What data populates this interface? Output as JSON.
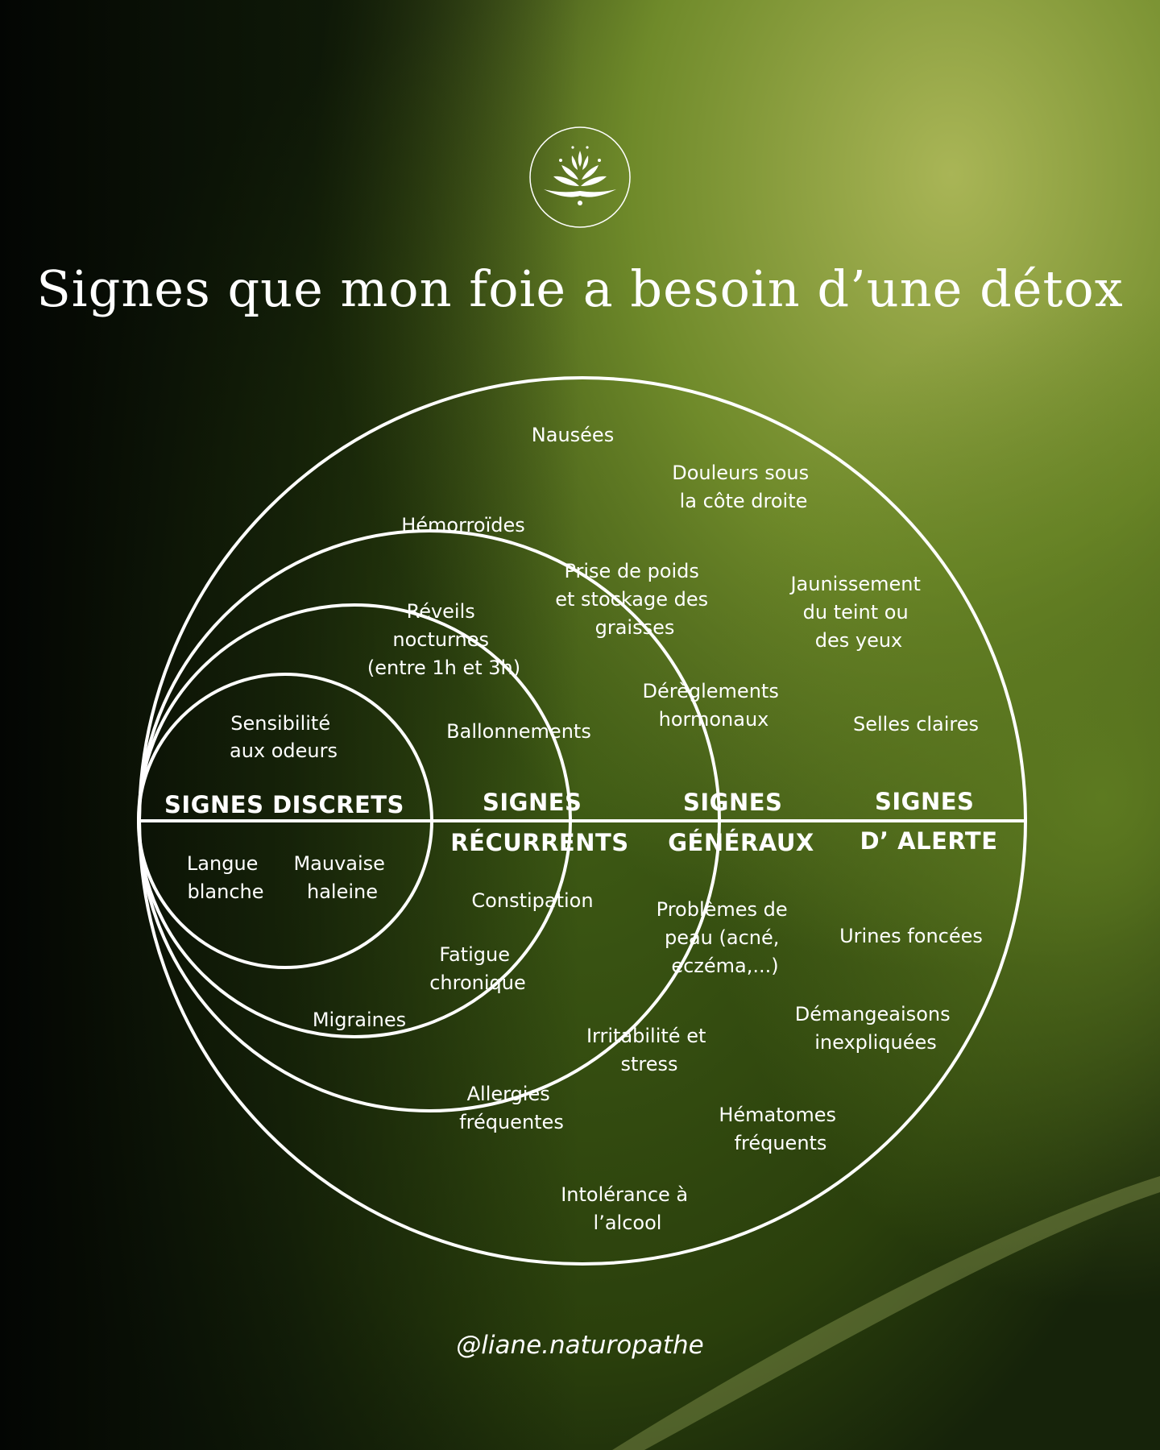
{
  "title": "Signes que mon foie a besoin d’une détox",
  "handle": "@liane.naturopathe",
  "logo_icon": "lotus-icon",
  "colors": {
    "line": "#ffffff",
    "background_dark": "#0a1206",
    "background_green": "#3e5a14",
    "background_light": "#a9b556"
  },
  "diagram": {
    "rings": [
      {
        "id": "discrets",
        "header": [
          "SIGNES DISCRETS"
        ],
        "items": [
          [
            "Sensibilité",
            "aux odeurs"
          ],
          [
            "Langue",
            "blanche"
          ],
          [
            "Mauvaise",
            "haleine"
          ]
        ]
      },
      {
        "id": "recurrents",
        "header": [
          "SIGNES",
          "RÉCURRENTS"
        ],
        "items": [
          [
            "Réveils",
            "nocturnes",
            "(entre 1h et 3h)"
          ],
          [
            "Ballonnements"
          ],
          [
            "Constipation"
          ],
          [
            "Fatigue",
            "chronique"
          ],
          [
            "Migraines"
          ]
        ]
      },
      {
        "id": "generaux",
        "header": [
          "SIGNES",
          "GÉNÉRAUX"
        ],
        "items": [
          [
            "Hémorroïdes"
          ],
          [
            "Prise de poids",
            "et stockage des",
            "graisses"
          ],
          [
            "Dérèglements",
            "hormonaux"
          ],
          [
            "Problèmes de",
            "peau (acné,",
            "eczéma,...)"
          ],
          [
            "Irritabilité et",
            "stress"
          ],
          [
            "Allergies",
            "fréquentes"
          ]
        ]
      },
      {
        "id": "alerte",
        "header": [
          "SIGNES",
          "D’ ALERTE"
        ],
        "items": [
          [
            "Nausées"
          ],
          [
            "Douleurs sous",
            "la côte droite"
          ],
          [
            "Jaunissement",
            "du teint ou",
            "des yeux"
          ],
          [
            "Selles claires"
          ],
          [
            "Urines foncées"
          ],
          [
            "Démangeaisons",
            "inexpliquées"
          ],
          [
            "Hématomes",
            "fréquents"
          ],
          [
            "Intolérance à",
            "l’alcool"
          ]
        ]
      }
    ]
  }
}
